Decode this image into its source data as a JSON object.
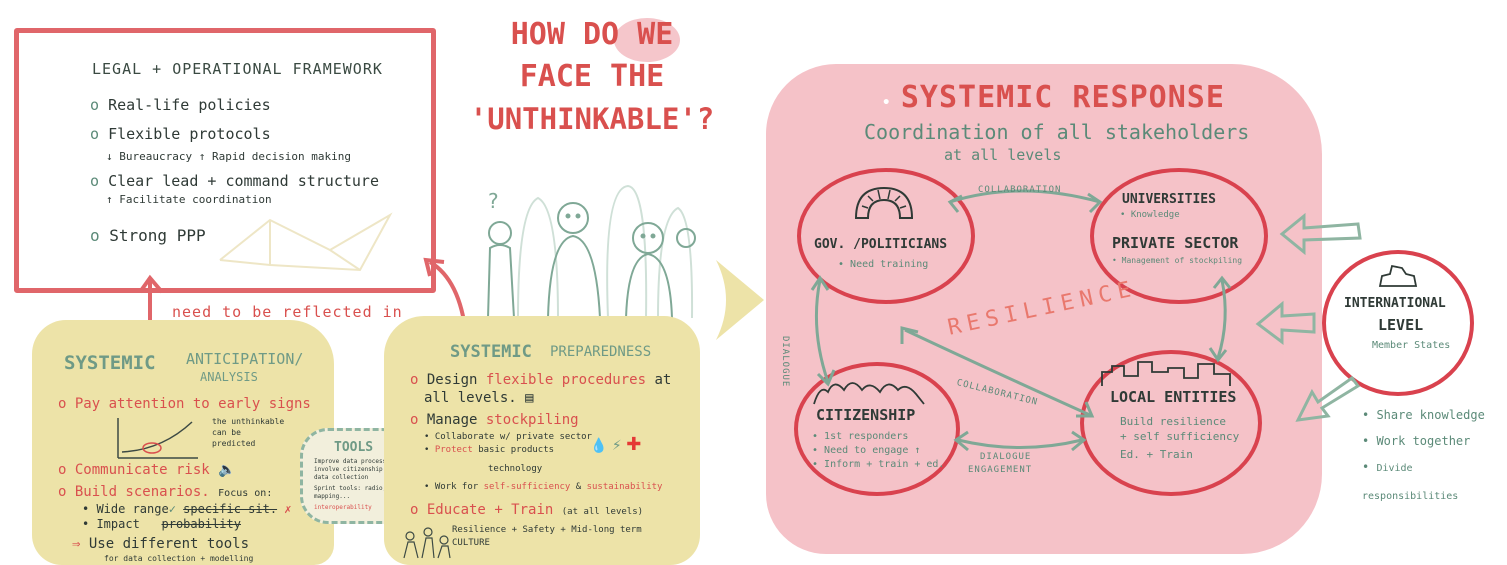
{
  "headline": {
    "line1": "HOW DO WE",
    "line2": "FACE THE",
    "line3": "'UNTHINKABLE'?"
  },
  "legal": {
    "title": "LEGAL + OPERATIONAL FRAMEWORK",
    "items": [
      "Real-life policies",
      "Flexible protocols",
      "Clear lead + command structure",
      "Strong PPP"
    ],
    "protocols_sub": "↓ Bureaucracy  ↑ Rapid decision making",
    "structure_sub": "↑ Facilitate coordination"
  },
  "arrow_label": "need to be reflected in",
  "anticipation": {
    "title_a": "SYSTEMIC",
    "title_b": "ANTICIPATION/",
    "title_c": "ANALYSIS",
    "pay_attention": "Pay attention to early signs",
    "predict_note": "the unthinkable can be predicted",
    "communicate": "Communicate risk",
    "build": "Build scenarios.",
    "focus_on": "Focus on:",
    "wide_range": "Wide range",
    "specific_sit": "specific sit.",
    "impact": "Impact",
    "probability": "probability",
    "use_tools": "Use different tools",
    "use_tools_sub": "for data collection + modelling"
  },
  "tools": {
    "title": "TOOLS",
    "line1": "Improve data processing",
    "line2": "involve citizenship in data collection",
    "line3": "Sprint tools: radio, mapping...",
    "line4": "interoperability"
  },
  "preparedness": {
    "title_a": "SYSTEMIC",
    "title_b": "PREPAREDNESS",
    "design_a": "Design",
    "design_b": "flexible procedures",
    "design_c": "at",
    "design_d": "all levels.",
    "manage_a": "Manage",
    "manage_b": "stockpiling",
    "collab": "Collaborate w/ private sector",
    "protect_a": "Protect",
    "protect_b": "basic products",
    "technology": "technology",
    "work_for": "Work for",
    "self_suff": "self-sufficiency",
    "amp": "&",
    "sustain": "sustainability",
    "educate_a": "Educate",
    "educate_b": "+ Train",
    "educate_c": "(at all levels)",
    "culture": "Resilience + Safety + Mid-long term CULTURE"
  },
  "systemic_response": {
    "title_a": "SYSTEMIC",
    "title_b": "RESPONSE",
    "subtitle": "Coordination of all stakeholders",
    "subtitle2": "at all levels",
    "resilience": "RESILIENCE",
    "gov_title": "GOV. /POLITICIANS",
    "gov_sub": "Need training",
    "uni_title": "UNIVERSITIES",
    "uni_sub": "Knowledge",
    "private_title": "PRIVATE SECTOR",
    "private_sub": "Management of stockpiling",
    "citizen_title": "CITIZENSHIP",
    "citizen_l1": "1st responders",
    "citizen_l2": "Need to engage ↑",
    "citizen_l3": "Inform + train + ed.",
    "local_title": "LOCAL ENTITIES",
    "local_l1": "Build resilience",
    "local_l2": "+ self sufficiency",
    "local_l3": "Ed. + Train",
    "collab_top": "COLLABORATION",
    "collab_diag": "COLLABORATION",
    "dialogue_left": "DIALOGUE",
    "dialogue_bottom": "DIALOGUE",
    "engagement": "ENGAGEMENT"
  },
  "international": {
    "title_a": "INTERNATIONAL",
    "title_b": "LEVEL",
    "sub": "Member States",
    "bullets": [
      "Share knowledge",
      "Work together",
      "Divide responsibilities"
    ]
  },
  "colors": {
    "red": "#d9504e",
    "green": "#5b8a78",
    "yellow": "#ede3a8",
    "pink": "#f5c2c8"
  }
}
